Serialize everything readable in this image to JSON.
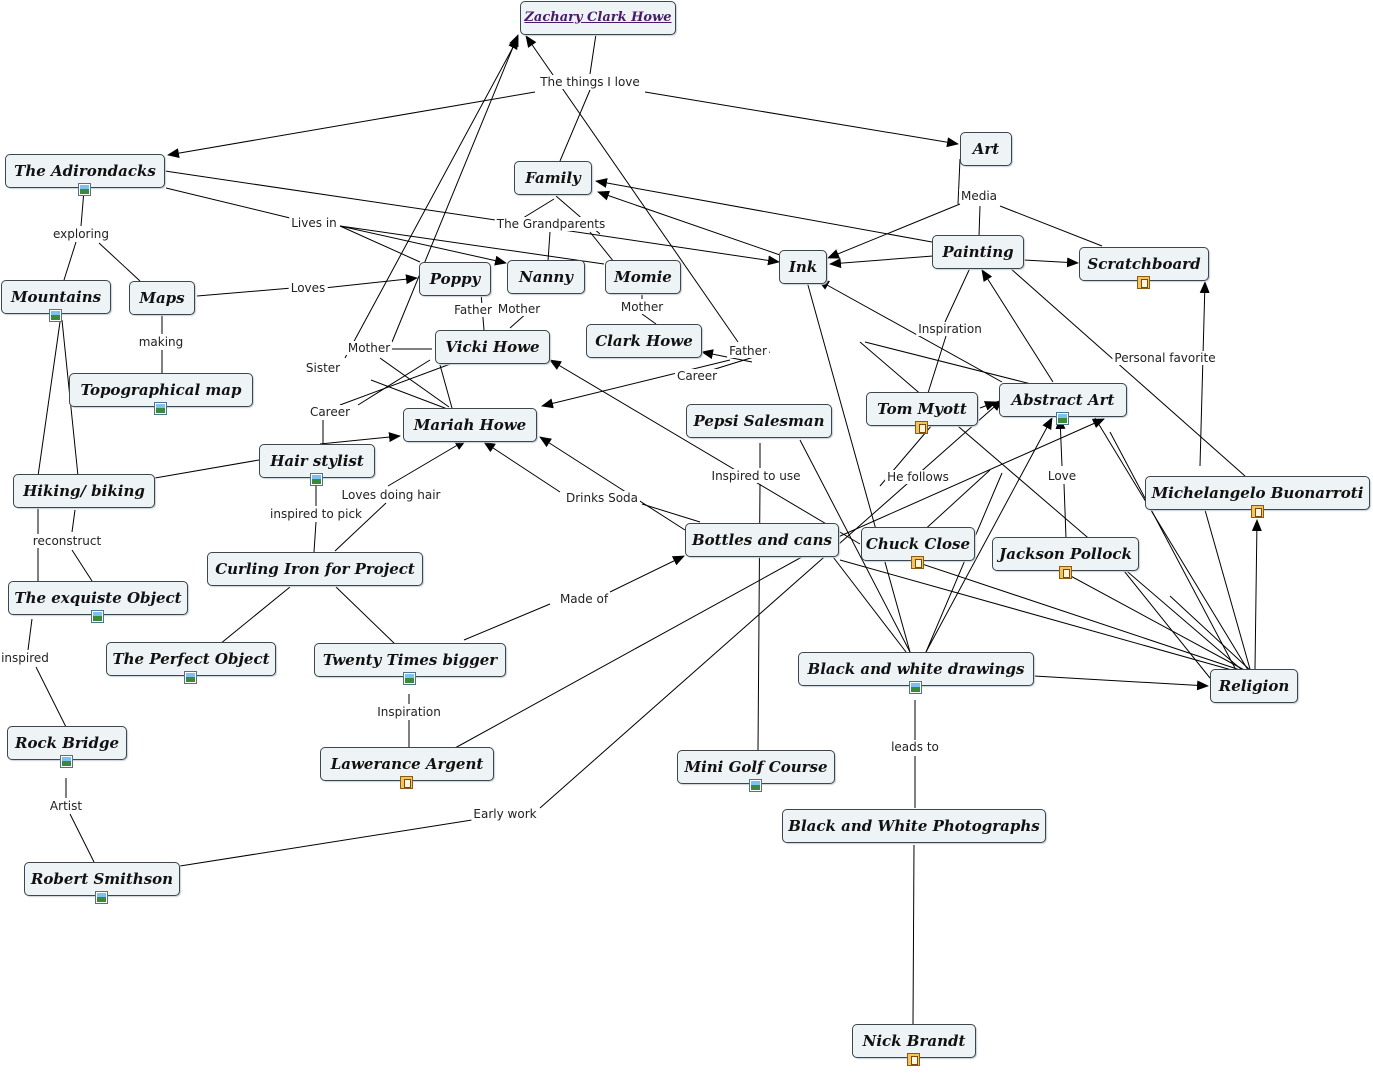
{
  "nodes": [
    {
      "id": "zachary",
      "label": "Zachary Clark Howe",
      "style": "link"
    },
    {
      "id": "adirondacks",
      "label": "The Adirondacks",
      "icon": "image-icon"
    },
    {
      "id": "art",
      "label": "Art"
    },
    {
      "id": "family",
      "label": "Family"
    },
    {
      "id": "mountains",
      "label": "Mountains",
      "icon": "image-icon"
    },
    {
      "id": "maps",
      "label": "Maps"
    },
    {
      "id": "poppy",
      "label": "Poppy"
    },
    {
      "id": "nanny",
      "label": "Nanny"
    },
    {
      "id": "momie",
      "label": "Momie"
    },
    {
      "id": "ink",
      "label": "Ink"
    },
    {
      "id": "painting",
      "label": "Painting"
    },
    {
      "id": "scratchboard",
      "label": "Scratchboard",
      "icon": "document-icon"
    },
    {
      "id": "vicki",
      "label": "Vicki Howe"
    },
    {
      "id": "clark",
      "label": "Clark Howe"
    },
    {
      "id": "topo",
      "label": "Topographical map",
      "icon": "image-icon"
    },
    {
      "id": "mariah",
      "label": "Mariah Howe"
    },
    {
      "id": "pepsi",
      "label": "Pepsi Salesman"
    },
    {
      "id": "tommyott",
      "label": "Tom Myott",
      "icon": "document-icon"
    },
    {
      "id": "abstract",
      "label": "Abstract Art",
      "icon": "image-icon"
    },
    {
      "id": "hairstylist",
      "label": "Hair stylist",
      "icon": "image-icon"
    },
    {
      "id": "hiking",
      "label": "Hiking/ biking"
    },
    {
      "id": "michelangelo",
      "label": "Michelangelo Buonarroti",
      "icon": "document-icon"
    },
    {
      "id": "bottles",
      "label": "Bottles and cans"
    },
    {
      "id": "chuck",
      "label": "Chuck Close",
      "icon": "document-icon"
    },
    {
      "id": "pollock",
      "label": "Jackson Pollock",
      "icon": "document-icon"
    },
    {
      "id": "curling",
      "label": "Curling Iron for Project"
    },
    {
      "id": "exquisite",
      "label": "The exquiste Object",
      "icon": "image-icon"
    },
    {
      "id": "perfect",
      "label": "The Perfect Object",
      "icon": "image-icon"
    },
    {
      "id": "twenty",
      "label": "Twenty Times bigger",
      "icon": "image-icon"
    },
    {
      "id": "bwdrawings",
      "label": "Black and white drawings",
      "icon": "image-icon"
    },
    {
      "id": "religion",
      "label": "Religion"
    },
    {
      "id": "rockbridge",
      "label": "Rock Bridge",
      "icon": "image-icon"
    },
    {
      "id": "lawerance",
      "label": "Lawerance Argent",
      "icon": "document-icon"
    },
    {
      "id": "minigolf",
      "label": "Mini Golf Course",
      "icon": "image-icon"
    },
    {
      "id": "bwphotos",
      "label": "Black and White Photographs"
    },
    {
      "id": "smithson",
      "label": "Robert Smithson",
      "icon": "image-icon"
    },
    {
      "id": "brandt",
      "label": "Nick Brandt",
      "icon": "document-icon"
    }
  ],
  "link_labels": [
    {
      "id": "things-i-love",
      "text": "The things I love"
    },
    {
      "id": "exploring",
      "text": "exploring"
    },
    {
      "id": "lives-in",
      "text": "Lives in"
    },
    {
      "id": "grandparents",
      "text": "The Grandparents"
    },
    {
      "id": "media",
      "text": "Media"
    },
    {
      "id": "loves",
      "text": "Loves"
    },
    {
      "id": "father-vicki",
      "text": "Father"
    },
    {
      "id": "mother-vicki",
      "text": "Mother"
    },
    {
      "id": "mother-clark",
      "text": "Mother"
    },
    {
      "id": "making",
      "text": "making"
    },
    {
      "id": "mother-mariah",
      "text": "Mother"
    },
    {
      "id": "father-mariah",
      "text": "Father"
    },
    {
      "id": "inspiration-tom",
      "text": "Inspiration"
    },
    {
      "id": "personal-favorite",
      "text": "Personal favorite"
    },
    {
      "id": "sister",
      "text": "Sister"
    },
    {
      "id": "career-clark",
      "text": "Career"
    },
    {
      "id": "career-vicki",
      "text": "Career"
    },
    {
      "id": "inspired-to-use",
      "text": "Inspired to use"
    },
    {
      "id": "he-follows",
      "text": "He follows"
    },
    {
      "id": "love",
      "text": "Love"
    },
    {
      "id": "loves-doing-hair",
      "text": "Loves doing hair"
    },
    {
      "id": "drinks-soda",
      "text": "Drinks Soda"
    },
    {
      "id": "inspired-to-pick",
      "text": "inspired to pick"
    },
    {
      "id": "reconstruct",
      "text": "reconstruct"
    },
    {
      "id": "made-of",
      "text": "Made of"
    },
    {
      "id": "inspired",
      "text": "inspired"
    },
    {
      "id": "inspiration-twenty",
      "text": "Inspiration"
    },
    {
      "id": "leads-to",
      "text": "leads to"
    },
    {
      "id": "artist",
      "text": "Artist"
    },
    {
      "id": "early-work",
      "text": "Early work"
    }
  ]
}
